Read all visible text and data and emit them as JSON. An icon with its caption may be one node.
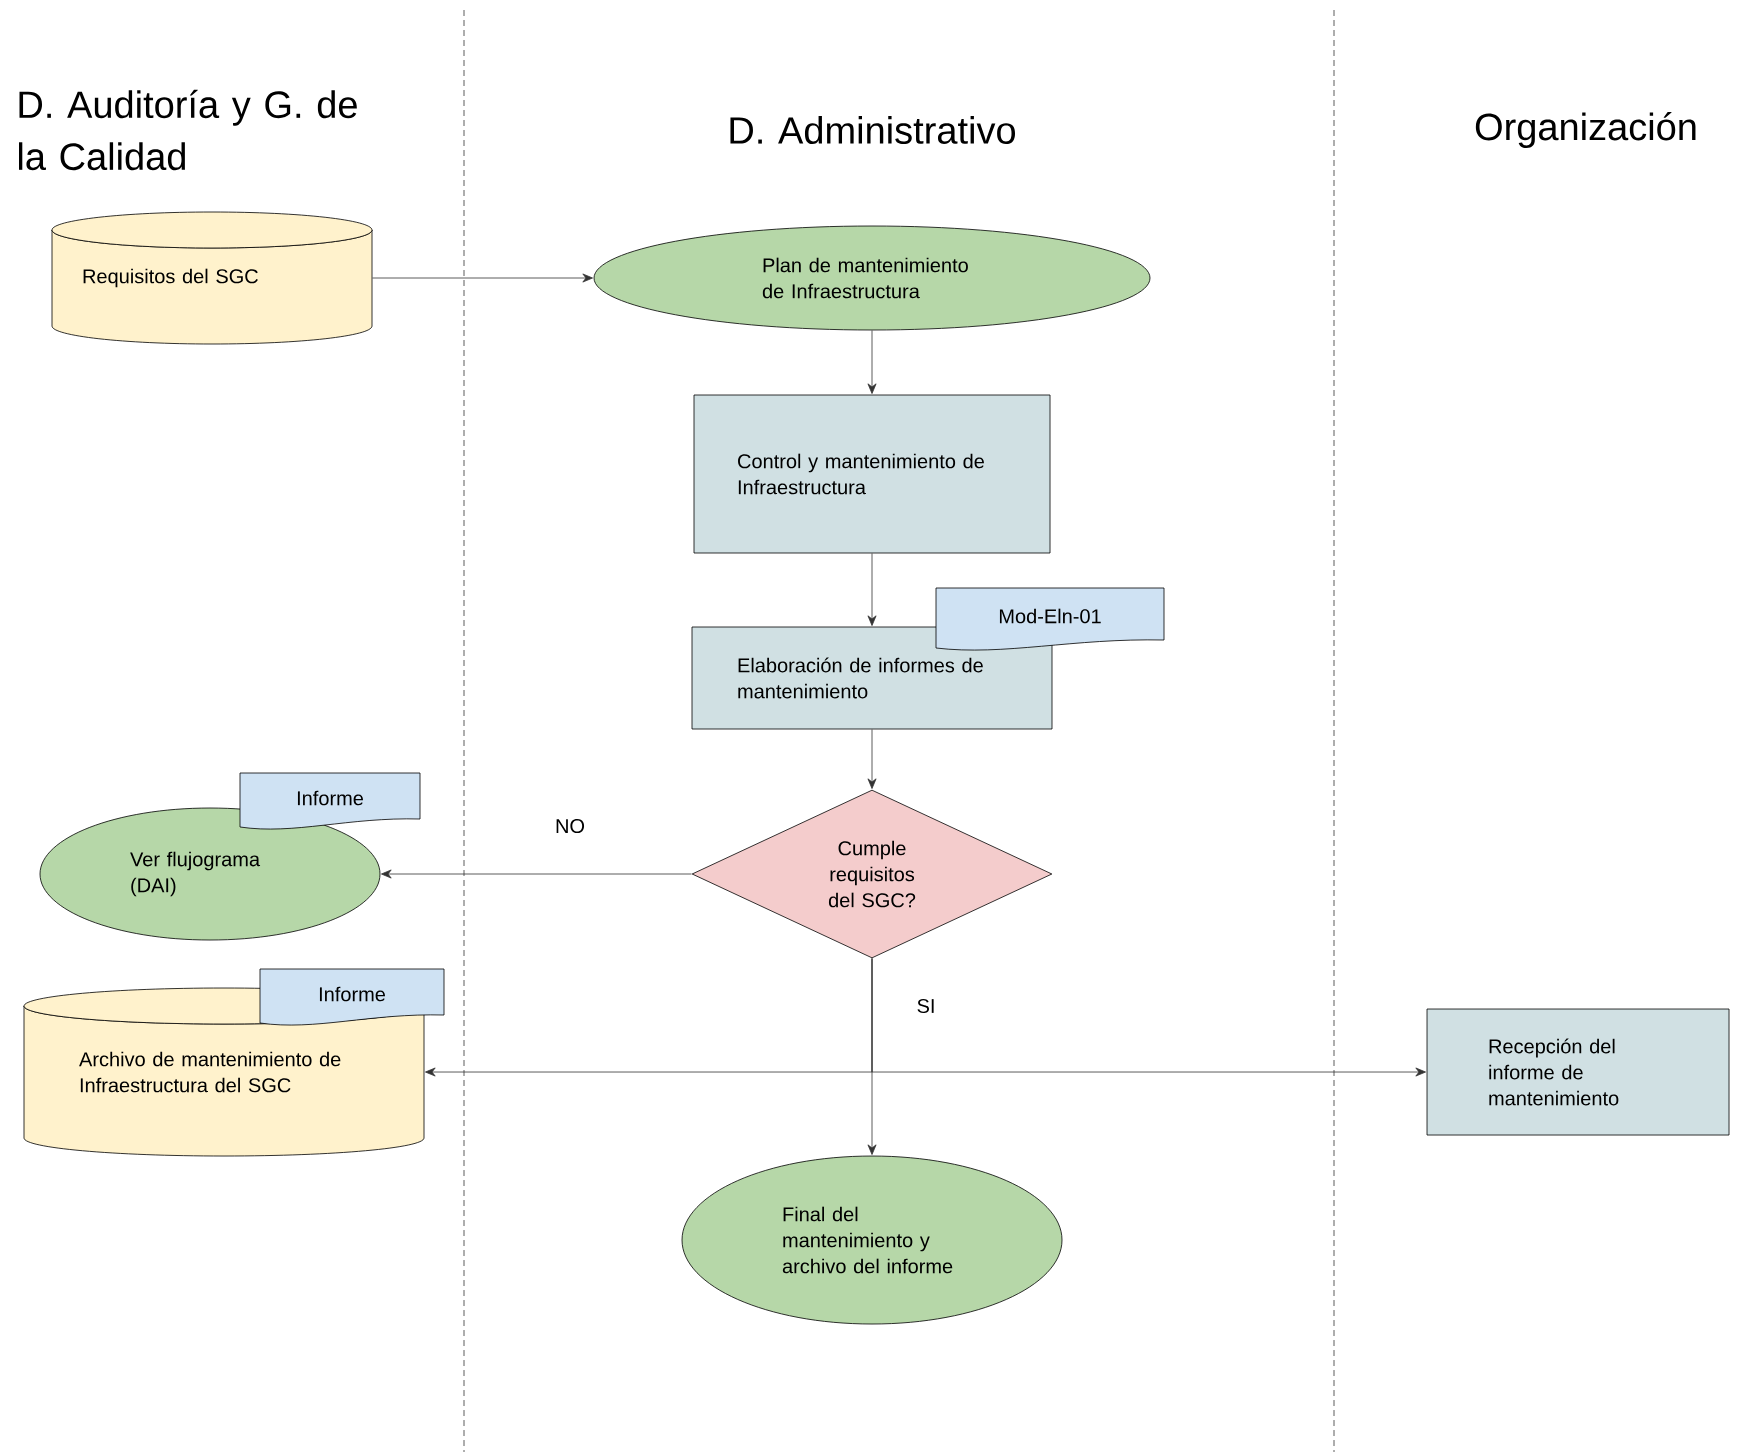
{
  "diagram": {
    "nodes": [
      {
        "text": [
          "Requisitos del SGC"
        ]
      },
      {
        "text": [
          "Plan de mantenimiento de Infraestructura"
        ]
      },
      {
        "text": [
          "Control y mantenimiento de Infraestructura"
        ]
      },
      {
        "text": [
          "Mod-Eln-01"
        ]
      },
      {
        "text": [
          "Elaboración de informes de mantenimiento"
        ]
      },
      {
        "text": [
          "Informe"
        ]
      },
      {
        "text": [
          "Ver flujograma (DAI)"
        ]
      },
      {
        "text": [
          "Cumple requisitos del SGC?"
        ]
      },
      {
        "text": [
          "Informe"
        ]
      },
      {
        "text": [
          "Archivo de mantenimiento de Infraestructura del SGC"
        ]
      },
      {
        "text": [
          "Recepción del informe de mantenimiento"
        ]
      },
      {
        "text": [
          "Final del mantenimiento y archivo del informe"
        ]
      }
    ],
    "edges": [
      {
        "from": 0,
        "to": 1,
        "arrow": "to"
      },
      {
        "from": 1,
        "to": 2,
        "arrow": "to"
      },
      {
        "from": 2,
        "to": 4,
        "arrow": "to"
      },
      {
        "from": 4,
        "to": 7,
        "arrow": "to"
      },
      {
        "from": 7,
        "to": 6,
        "arrow": "to",
        "label": "NO"
      },
      {
        "from": 7,
        "to": 9,
        "arrow": "to"
      },
      {
        "from": 7,
        "to": 10,
        "arrow": "to"
      },
      {
        "from": 7,
        "to": 11,
        "arrow": "to",
        "label": "SI"
      }
    ],
    "labels": [
      "D. Auditoría y G. de la Calidad",
      "D. Administrativo",
      "Organización"
    ]
  }
}
